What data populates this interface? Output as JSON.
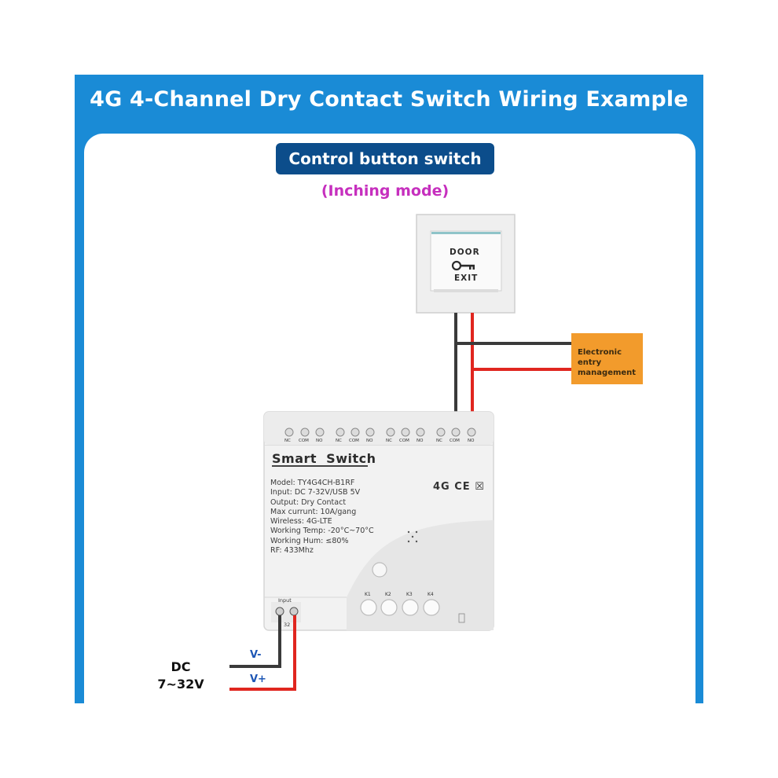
{
  "title": "4G 4-Channel Dry Contact Switch Wiring Example",
  "control_button_label": "Control button switch",
  "mode_label": "(Inching mode)",
  "door_switch": {
    "top_text": "DOOR",
    "bottom_text": "EXIT",
    "key_icon": "key-icon"
  },
  "electronic_box": {
    "line1": "Electronic entry",
    "line2": "management"
  },
  "device": {
    "name": "Smart  Switch",
    "specs": [
      "Model:  TY4G4CH-B1RF",
      "Input:  DC 7-32V/USB 5V",
      "Output:  Dry Contact",
      "Max currunt:  10A/gang",
      "Wireless:  4G-LTE",
      "Working Temp:  -20°C~70°C",
      "Working Hum:  ≤80%",
      "RF:  433Mhz"
    ],
    "certifications": "4G CE ☒",
    "terminal_labels": [
      "NC",
      "COM",
      "NO",
      "NC",
      "COM",
      "NO",
      "NC",
      "COM",
      "NO",
      "NC",
      "COM",
      "NO"
    ],
    "key_labels": [
      "K1",
      "K2",
      "K3",
      "K4"
    ],
    "input_label": "Input",
    "input_voltage": "32"
  },
  "power": {
    "dc_line1": "DC",
    "dc_line2": "7~32V",
    "v_minus": "V-",
    "v_plus": "V+"
  },
  "colors": {
    "frame_blue": "#1a8bd6",
    "label_navy": "#0c4d8b",
    "mode_magenta": "#c62fbe",
    "wire_red": "#e0261f",
    "wire_dark": "#3a3a3a",
    "box_orange": "#f29b2c"
  }
}
